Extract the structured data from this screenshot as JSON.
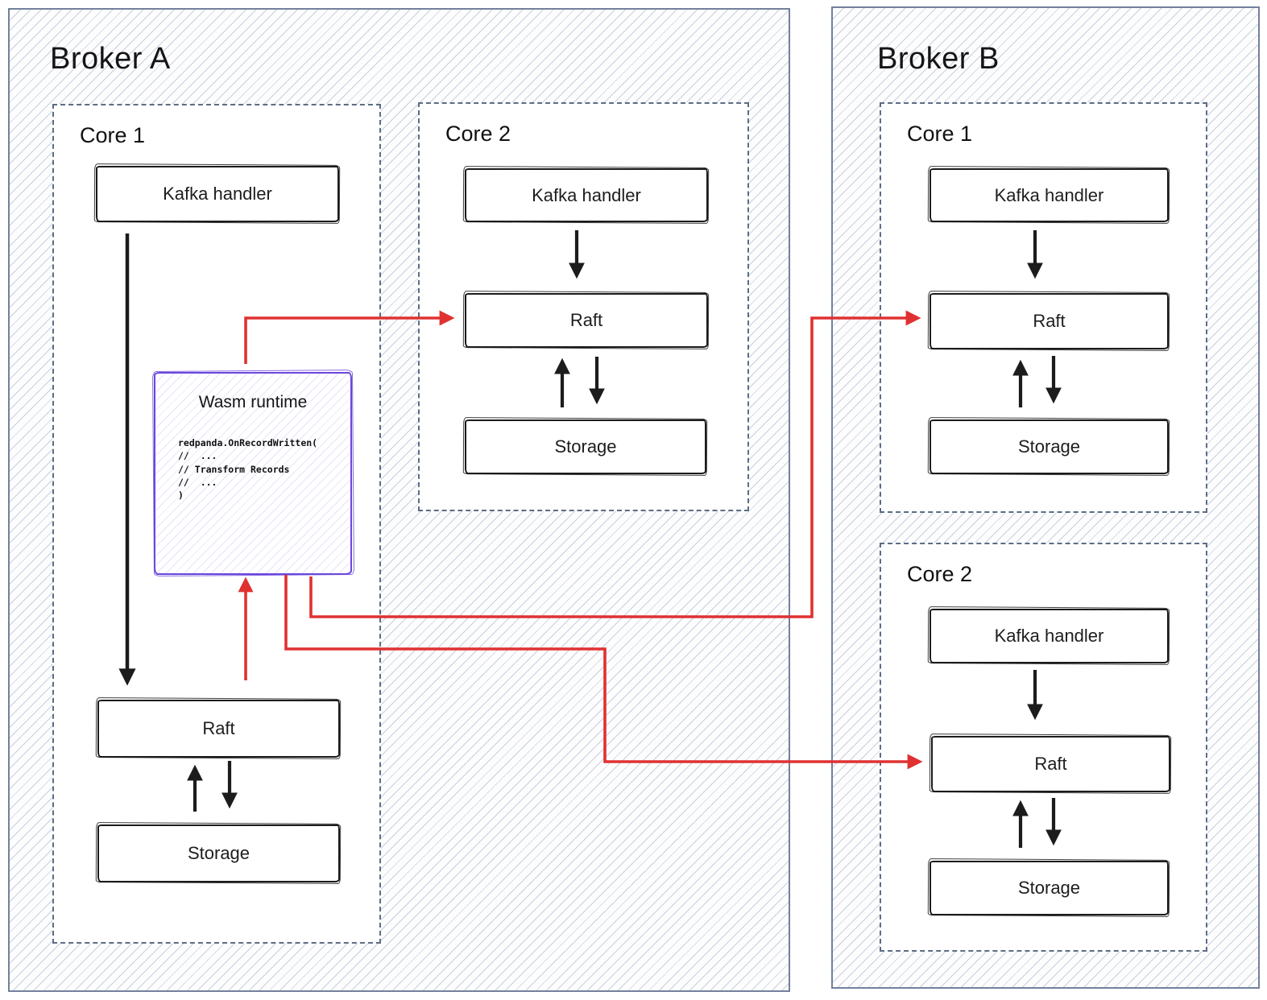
{
  "broker_a": {
    "title": "Broker A",
    "core1": {
      "title": "Core 1",
      "kafka_label": "Kafka handler",
      "raft_label": "Raft",
      "storage_label": "Storage"
    },
    "core2": {
      "title": "Core 2",
      "kafka_label": "Kafka handler",
      "raft_label": "Raft",
      "storage_label": "Storage"
    },
    "wasm": {
      "title": "Wasm runtime",
      "code_lines": [
        "redpanda.OnRecordWritten(",
        "//  ...",
        "// Transform Records",
        "//  ...",
        ")"
      ]
    }
  },
  "broker_b": {
    "title": "Broker B",
    "core1": {
      "title": "Core 1",
      "kafka_label": "Kafka handler",
      "raft_label": "Raft",
      "storage_label": "Storage"
    },
    "core2": {
      "title": "Core 2",
      "kafka_label": "Kafka handler",
      "raft_label": "Raft",
      "storage_label": "Storage"
    }
  },
  "colors": {
    "arrow_red": "#e03131",
    "arrow_black": "#1c1c1c",
    "wasm_purple": "#6a47dc",
    "broker_border": "#72819b",
    "core_dash_border": "#5c6c87",
    "hatch_line": "#9aaac3"
  }
}
